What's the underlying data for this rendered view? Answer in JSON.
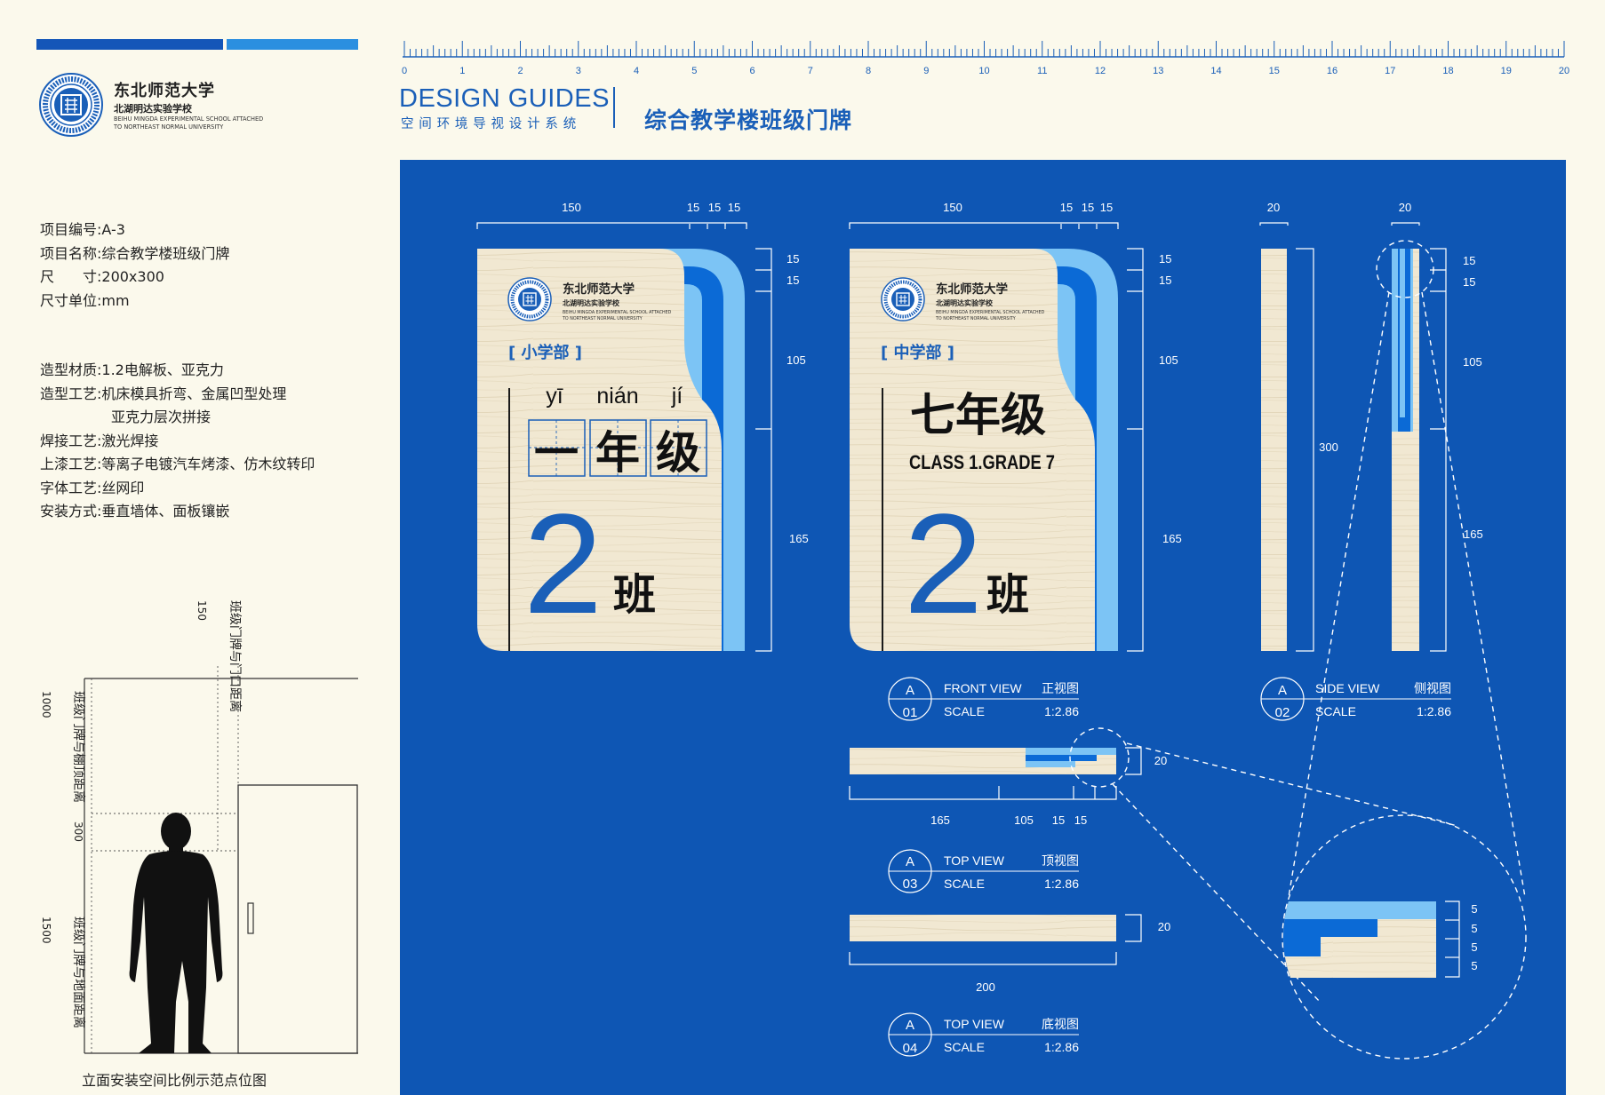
{
  "header": {
    "dg_title": "DESIGN GUIDES",
    "dg_sub": "空间环境导视设计系统",
    "page_title": "综合教学楼班级门牌"
  },
  "ruler": {
    "labels": [
      "0",
      "1",
      "2",
      "3",
      "4",
      "5",
      "6",
      "7",
      "8",
      "9",
      "10",
      "11",
      "12",
      "13",
      "14",
      "15",
      "16",
      "17",
      "18",
      "19",
      "20"
    ]
  },
  "logo": {
    "cn_name": "东北师范大学",
    "school_name": "北湖明达实验学校",
    "en_line1": "BEIHU MINGDA EXPERIMENTAL SCHOOL ATTACHED",
    "en_line2": "TO NORTHEAST NORMAL UNIVERSITY"
  },
  "specs": [
    "项目编号:A-3",
    "项目名称:综合教学楼班级门牌",
    "尺　　寸:200x300",
    "尺寸单位:mm"
  ],
  "specs2": [
    "造型材质:1.2电解板、亚克力",
    "造型工艺:机床模具折弯、金属凹型处理",
    "　　　　　亚克力层次拼接",
    "焊接工艺:激光焊接",
    "上漆工艺:等离子电镀汽车烤漆、仿木纹转印",
    "字体工艺:丝网印",
    "安装方式:垂直墙体、面板镶嵌"
  ],
  "install": {
    "caption": "立面安装空间比例示范点位图",
    "label_door": "班级门牌与门口距离",
    "label_door_val": "150",
    "label_ceiling": "班级门牌与棚顶距离",
    "label_ceiling_val": "1000",
    "label_sign_val": "300",
    "label_floor": "班级门牌与地面距离",
    "label_floor_val": "1500"
  },
  "sign1": {
    "dept": "[ 小学部 ]",
    "pinyin": [
      "yī",
      "nián",
      "jí"
    ],
    "chars": [
      "一",
      "年",
      "级"
    ],
    "number": "2",
    "ban": "班"
  },
  "sign2": {
    "dept": "[ 中学部 ]",
    "grade": "七年级",
    "grade_en": "CLASS 1.GRADE 7",
    "number": "2",
    "ban": "班"
  },
  "dims": {
    "top_150": "150",
    "top_15": "15",
    "right_15": "15",
    "right_105": "105",
    "right_165": "165",
    "side_20": "20",
    "side_300": "300",
    "topview_20": "20",
    "topview_165": "165",
    "topview_105": "105",
    "bottom_200": "200",
    "detail_5": "5"
  },
  "views": [
    {
      "letter": "A",
      "num": "01",
      "name": "FRONT VIEW",
      "cn": "正视图",
      "scale_label": "SCALE",
      "scale": "1:2.86"
    },
    {
      "letter": "A",
      "num": "02",
      "name": "SIDE VIEW",
      "cn": "侧视图",
      "scale_label": "SCALE",
      "scale": "1:2.86"
    },
    {
      "letter": "A",
      "num": "03",
      "name": "TOP VIEW",
      "cn": "顶视图",
      "scale_label": "SCALE",
      "scale": "1:2.86"
    },
    {
      "letter": "A",
      "num": "04",
      "name": "TOP VIEW",
      "cn": "底视图",
      "scale_label": "SCALE",
      "scale": "1:2.86"
    }
  ],
  "colors": {
    "panel": "#0e56b4",
    "accent_dark": "#0b5bd0",
    "accent_light": "#7cc4f5",
    "wood": "#f1e8d2",
    "bg": "#fbf9ec"
  }
}
